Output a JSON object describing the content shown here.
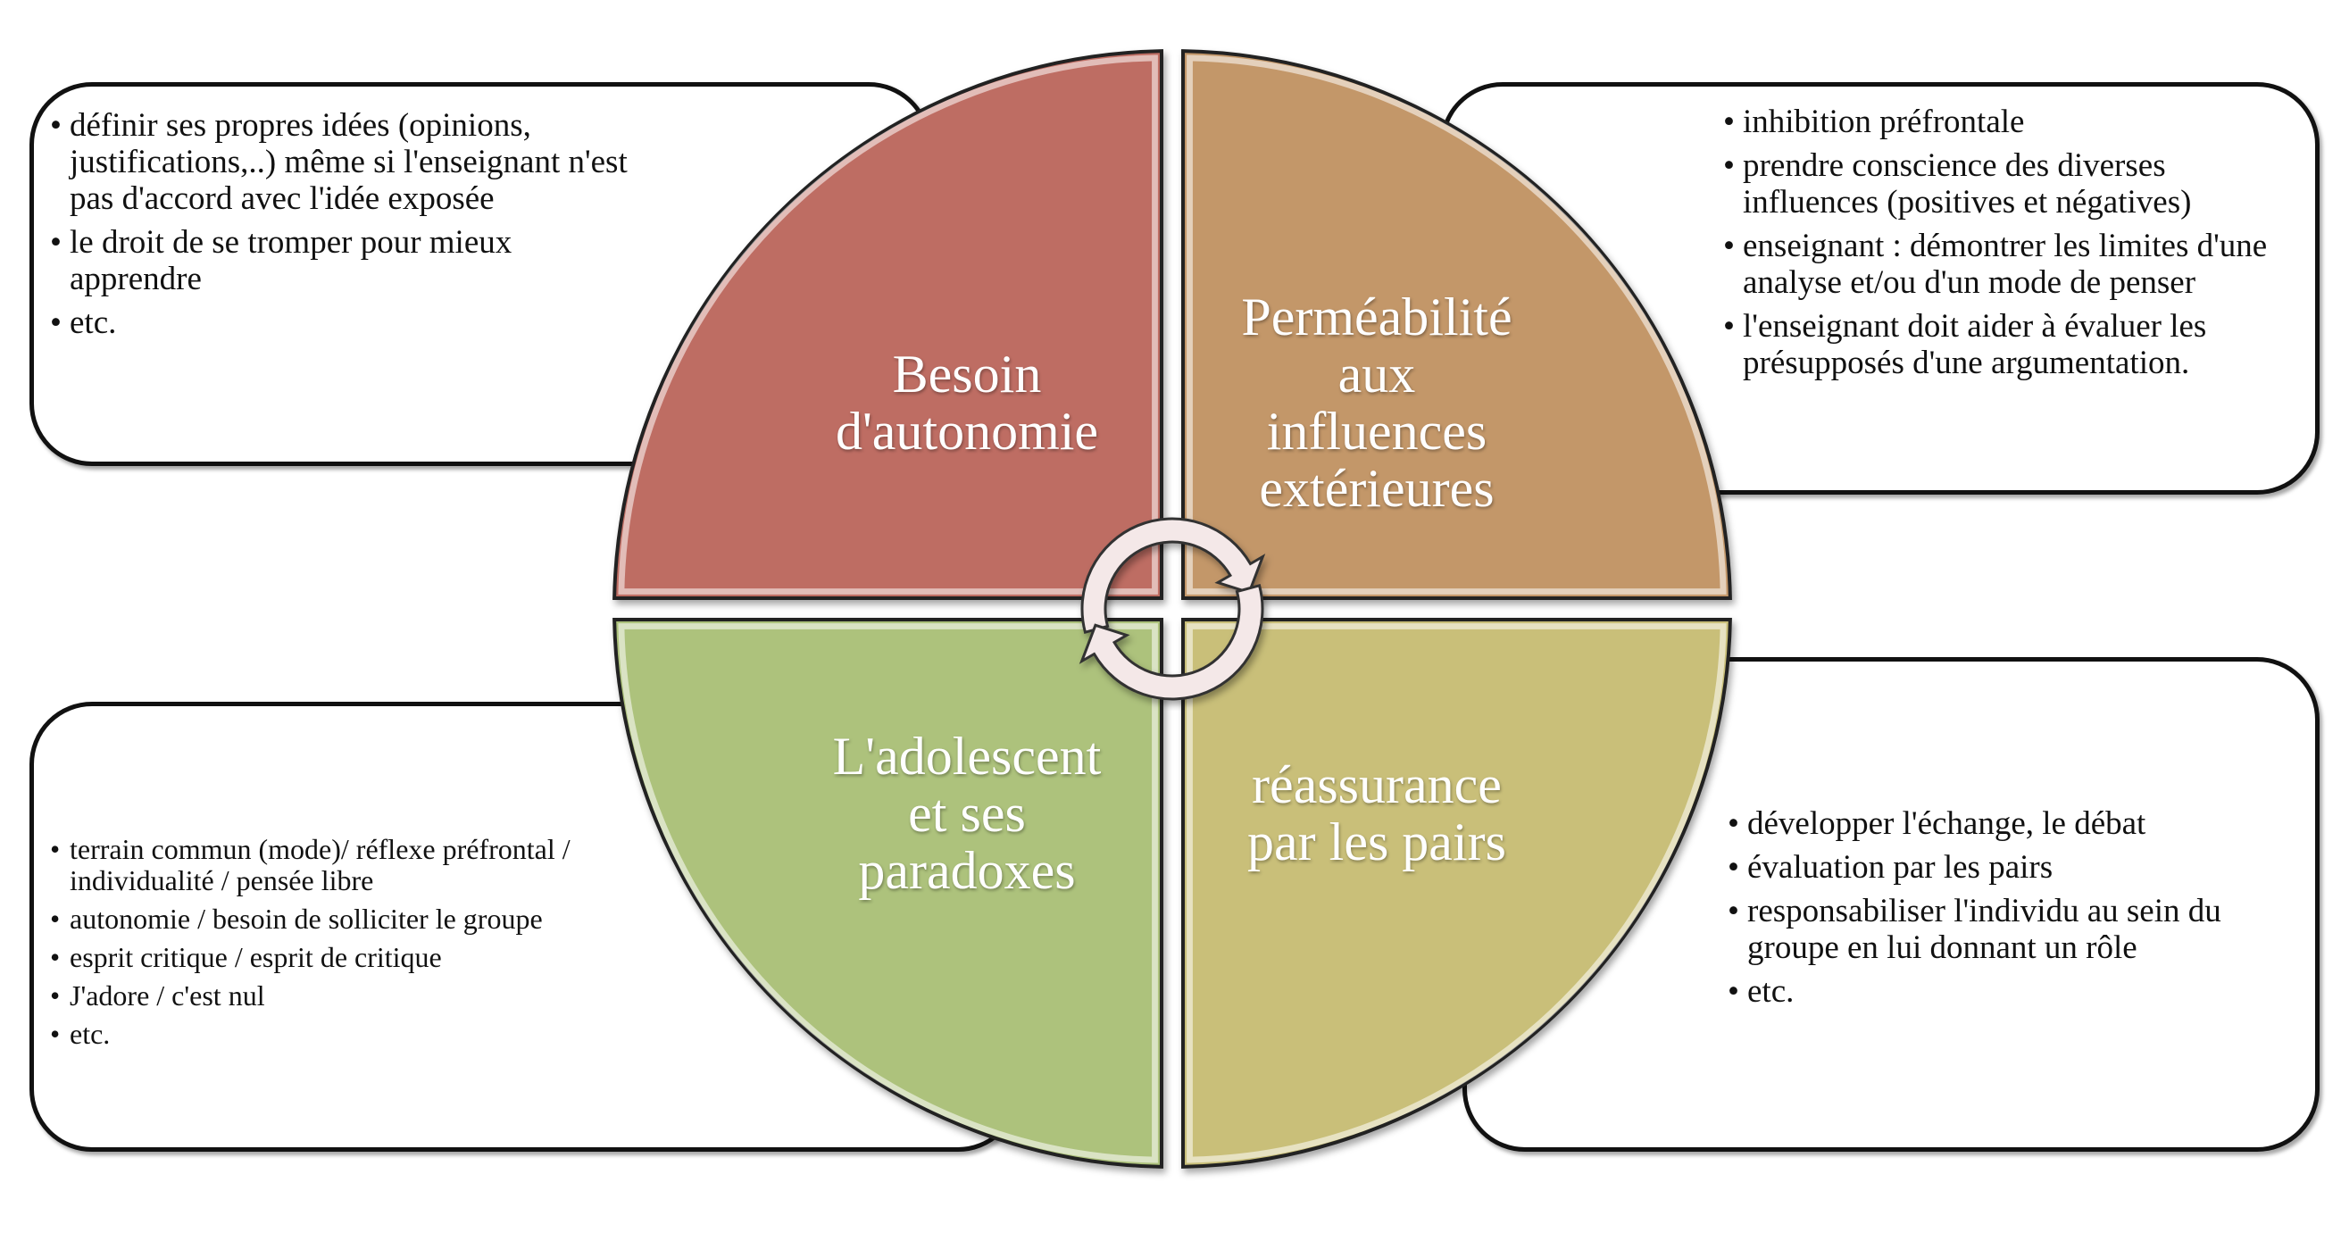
{
  "colors": {
    "autonomie": "#be6d64",
    "permeabilite": "#c39769",
    "adolescent": "#adc27b",
    "reassurance": "#c9bf79",
    "arrow_fill": "#f4e8e8"
  },
  "quadrants": {
    "top_left": {
      "label_lines": [
        "Besoin",
        "d'autonomie"
      ]
    },
    "top_right": {
      "label_lines": [
        "Perméabilité",
        "aux",
        "influences",
        "extérieures"
      ]
    },
    "bottom_left": {
      "label_lines": [
        "L'adolescent",
        "et ses",
        "paradoxes"
      ]
    },
    "bottom_right": {
      "label_lines": [
        "réassurance",
        "par les pairs"
      ]
    }
  },
  "boxes": {
    "top_left": [
      "définir ses propres idées (opinions, justifications,..) même si l'enseignant n'est pas d'accord avec l'idée exposée",
      "le droit de se tromper pour mieux apprendre",
      "etc."
    ],
    "top_right": [
      "inhibition préfrontale",
      "prendre conscience des diverses influences (positives et négatives)",
      "enseignant : démontrer les limites d'une analyse et/ou d'un mode de penser",
      "l'enseignant doit aider à évaluer les présupposés d'une argumentation."
    ],
    "bottom_left": [
      " terrain commun (mode)/ réflexe préfrontal / individualité / pensée libre",
      "autonomie / besoin de solliciter le groupe",
      "esprit critique / esprit de critique",
      "J'adore / c'est nul",
      "etc."
    ],
    "bottom_right": [
      "développer l'échange, le débat",
      "évaluation par les pairs",
      "responsabiliser l'individu au sein du groupe en lui donnant un rôle",
      "etc."
    ]
  }
}
